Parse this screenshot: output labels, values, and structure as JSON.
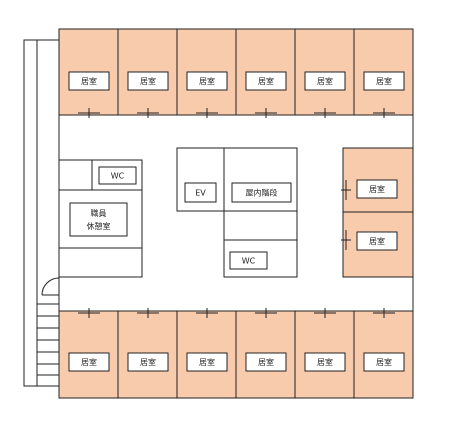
{
  "rooms": {
    "top": [
      "居室",
      "居室",
      "居室",
      "居室",
      "居室",
      "居室"
    ],
    "bottom": [
      "居室",
      "居室",
      "居室",
      "居室",
      "居室",
      "居室"
    ],
    "right": [
      "居室",
      "居室"
    ]
  },
  "core": {
    "staff_room_line1": "職員",
    "staff_room_line2": "休憩室",
    "wc_left": "WC",
    "elevator": "EV",
    "stairs": "屋内階段",
    "wc_center": "WC"
  },
  "colors": {
    "room_fill": "#f8cbad",
    "wall": "#222222",
    "background": "#ffffff"
  }
}
